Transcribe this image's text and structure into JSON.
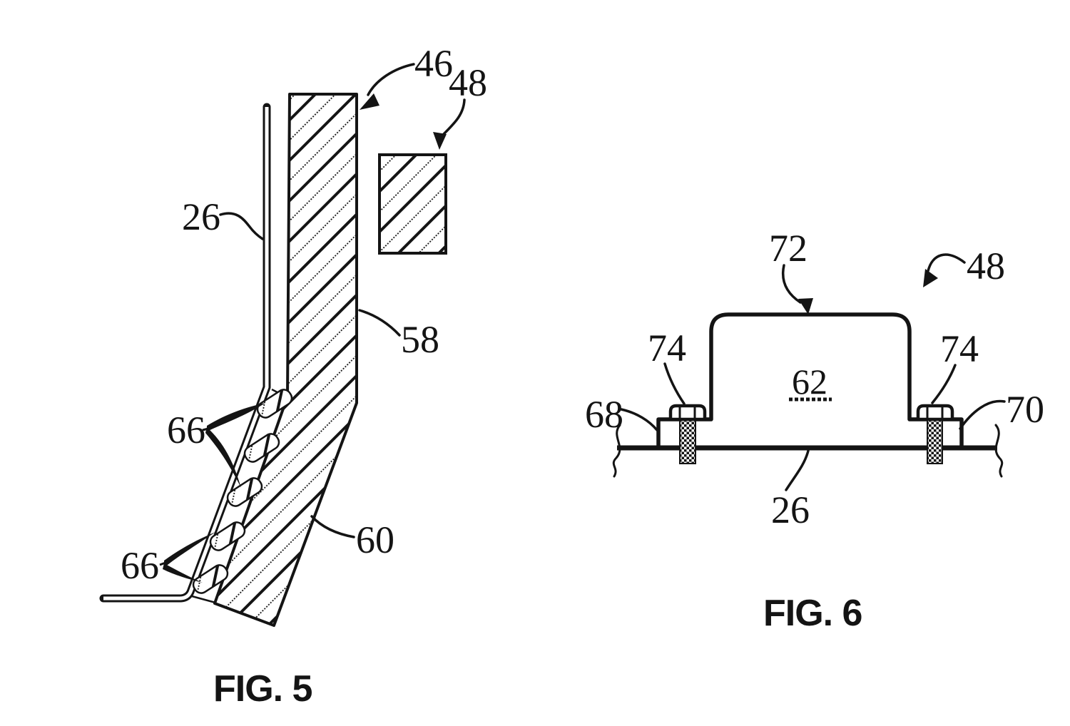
{
  "fig5": {
    "caption": "FIG. 5",
    "ref46": "46",
    "ref48": "48",
    "ref26": "26",
    "ref58": "58",
    "ref60": "60",
    "ref66_upper": "66",
    "ref66_lower": "66"
  },
  "fig6": {
    "caption": "FIG. 6",
    "ref72": "72",
    "ref48": "48",
    "ref74_left": "74",
    "ref74_right": "74",
    "ref68": "68",
    "ref70": "70",
    "ref62": "62",
    "ref26": "26"
  },
  "colors": {
    "ink": "#141414",
    "background": "#ffffff"
  }
}
